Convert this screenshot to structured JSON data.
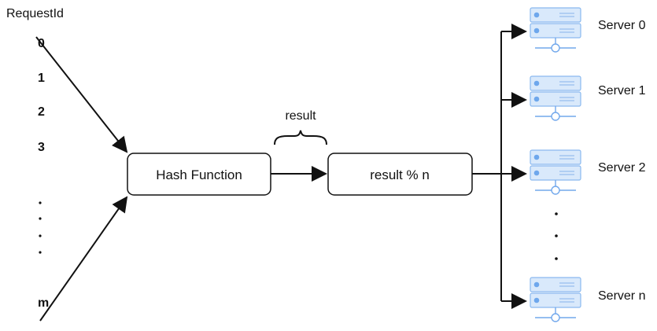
{
  "labels": {
    "request_id": "RequestId",
    "request_values": [
      "0",
      "1",
      "2",
      "3",
      "m"
    ],
    "result_label": "result",
    "hash_function": "Hash Function",
    "modulo": "result % n",
    "servers": [
      "Server 0",
      "Server 1",
      "Server 2",
      "Server n"
    ]
  },
  "icons": {
    "server": "server-icon"
  },
  "colors": {
    "line": "#111111",
    "server_fill": "#d9e9fb",
    "server_stroke": "#72a8ec"
  }
}
